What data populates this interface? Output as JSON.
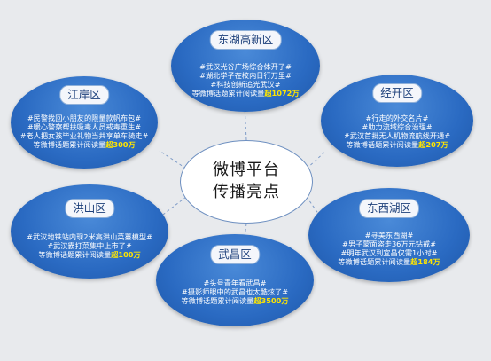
{
  "center": {
    "line1": "微博平台",
    "line2": "传播亮点"
  },
  "nodes": {
    "donghu": {
      "label": "东湖高新区",
      "lines": [
        "#武汉光谷广场综合体开了#",
        "#湖北学子在校内日行万里#",
        "#科技创新追光武汉#"
      ],
      "stat_prefix": "等微博话题累计阅读量",
      "stat": "超1072万"
    },
    "jiangan": {
      "label": "江岸区",
      "lines": [
        "#民警找回小朋友的限量款帆布包#",
        "#暖心警察帮扶吸毒人员戒毒重生#",
        "#老人把女孩毕业礼物当共享单车骑走#"
      ],
      "stat_prefix": "等微博话题累计阅读量",
      "stat": "超300万"
    },
    "jingkai": {
      "label": "经开区",
      "lines": [
        "#行走的外交名片#",
        "#助力流域综合治理#",
        "#武汉首批无人机物流航线开通#"
      ],
      "stat_prefix": "等微博话题累计阅读量",
      "stat": "超207万"
    },
    "hongshan": {
      "label": "洪山区",
      "lines": [
        "#武汉地铁站内现2米高洪山菜薹模型#",
        "#武汉霸打菜集中上市了#"
      ],
      "stat_prefix": "等微博话题累计阅读量",
      "stat": "超100万"
    },
    "dongxihu": {
      "label": "东西湖区",
      "lines": [
        "#寻美东西湖#",
        "#男子蒙面盗走36万元钻戒#",
        "#明年武汉到宜昌仅需1小时#"
      ],
      "stat_prefix": "等微博话题累计阅读量",
      "stat": "超184万"
    },
    "wuchang": {
      "label": "武昌区",
      "lines": [
        "#头号青年看武昌#",
        "#摄影师眼中的武昌也太酷炫了#"
      ],
      "stat_prefix": "等微博话题累计阅读量",
      "stat": "超3500万"
    }
  },
  "colors": {
    "node_fill": "#2a6ac2",
    "highlight": "#ffe600",
    "connector": "#7f9cc8"
  }
}
